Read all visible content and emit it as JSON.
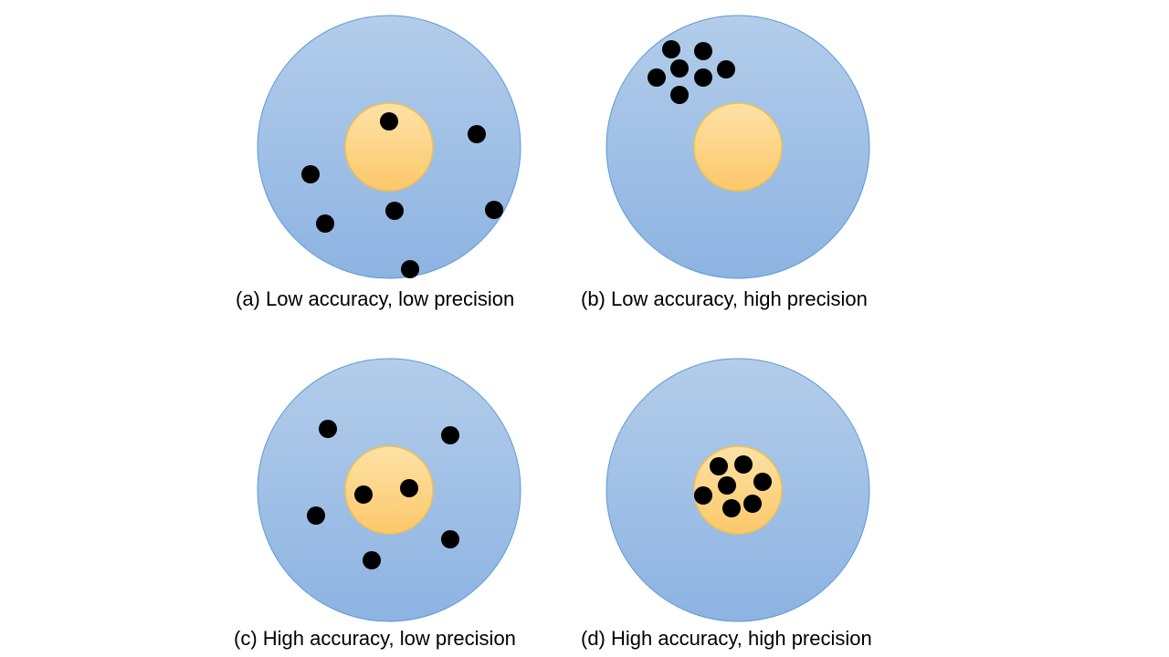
{
  "colors": {
    "target_outer_top": "#b3cdea",
    "target_outer_bottom": "#8db3e2",
    "target_outer_stroke": "#5b9bd5",
    "target_inner_top": "#fde2a6",
    "target_inner_bottom": "#fcc86a",
    "target_inner_stroke": "#f2c14e",
    "shot_fill": "#000000"
  },
  "panels": [
    {
      "id": "a",
      "caption": "(a) Low accuracy, low precision"
    },
    {
      "id": "b",
      "caption": "(b) Low accuracy, high precision"
    },
    {
      "id": "c",
      "caption": "(c) High accuracy, low precision"
    },
    {
      "id": "d",
      "caption": "(d) High accuracy, high precision"
    }
  ]
}
